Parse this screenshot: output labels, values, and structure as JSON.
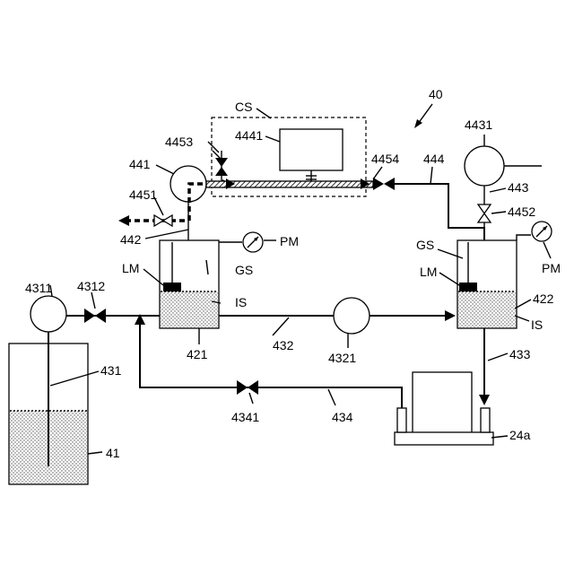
{
  "labels": {
    "system": "40",
    "cs": "CS",
    "module_4441": "4441",
    "valve_4453": "4453",
    "pump_441": "441",
    "valve_4451": "4451",
    "pipe_442": "442",
    "valve_4454": "4454",
    "pipe_444": "444",
    "tank_4431": "4431",
    "pipe_443": "443",
    "valve_4452": "4452",
    "gs_left": "GS",
    "gs_right": "GS",
    "lm_left": "LM",
    "lm_right": "LM",
    "is_left": "IS",
    "is_right": "IS",
    "pm_left": "PM",
    "pm_right": "PM",
    "pump_4311": "4311",
    "valve_4312": "4312",
    "tank_421": "421",
    "tank_422": "422",
    "pipe_432": "432",
    "pump_4321": "4321",
    "pipe_433": "433",
    "pipe_431": "431",
    "valve_4341": "4341",
    "pipe_434": "434",
    "head_24a": "24a",
    "tank_41": "41"
  }
}
